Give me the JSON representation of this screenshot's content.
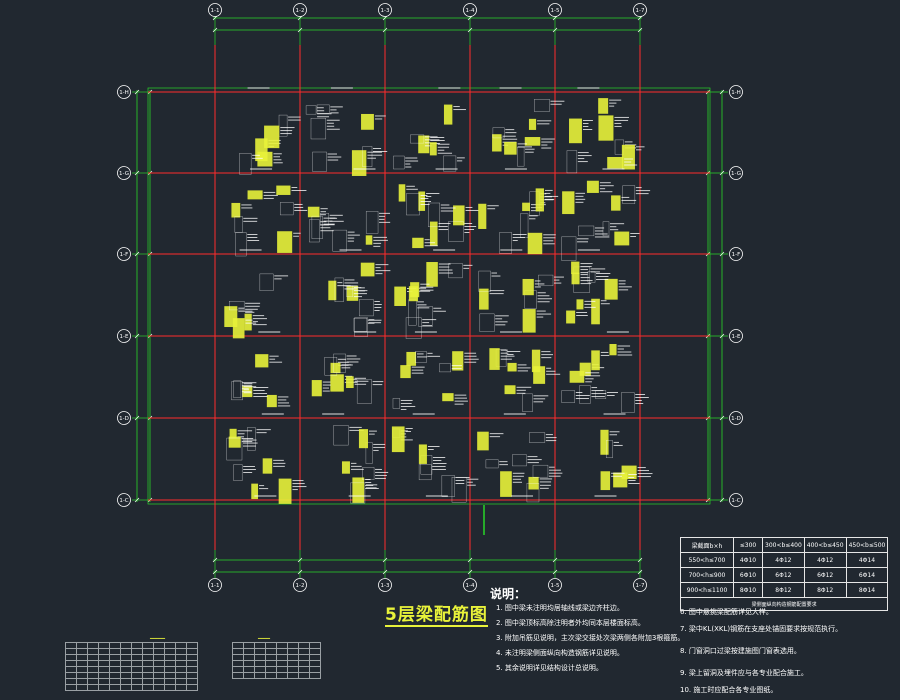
{
  "drawing": {
    "title": "5层梁配筋图",
    "bg_color": "#212830",
    "grid_color": "#ff2b2b",
    "dim_color": "#29d629",
    "annotation_color": "#e8f23a",
    "text_color": "#ffffff",
    "axis_labels_top": [
      "1-1",
      "1-2",
      "1-3",
      "1-4",
      "1-5",
      "1-7"
    ],
    "axis_labels_bottom": [
      "1-1",
      "1-2",
      "1-3",
      "1-4",
      "1-5",
      "1-7"
    ],
    "axis_labels_left": [
      "1-H",
      "1-G",
      "1-F",
      "1-E",
      "1-D",
      "1-C"
    ],
    "axis_labels_right": [
      "1-H",
      "1-G",
      "1-F",
      "1-E",
      "1-D",
      "1-C"
    ]
  },
  "notes": {
    "heading": "说明：",
    "items": [
      "1. 图中梁未注明均居轴线或梁边齐柱边。",
      "2. 图中梁顶标高除注明者外均同本层楼面标高。",
      "3. 附加吊筋见说明，主次梁交接处次梁两侧各附加3根箍筋。",
      "4. 未注明梁侧面纵向构造钢筋详见说明。",
      "5. 其余说明详见结构设计总说明。"
    ],
    "items_right": [
      "6. 图中悬挑梁配筋详见大样。",
      "7. 梁中KL(XKL)钢筋在支座处锚固要求按规范执行。",
      "8. 门窗洞口过梁按建施图门窗表选用。",
      "9. 梁上留洞及埋件应与各专业配合施工。",
      "10. 施工时应配合各专业图纸。"
    ]
  },
  "rebar_table": {
    "header": [
      "梁截面b×h",
      "≤300",
      "300<b≤400",
      "400<b≤450",
      "450<b≤500"
    ],
    "rows": [
      [
        "550<h≤700",
        "4Φ10",
        "4Φ12",
        "4Φ12",
        "4Φ14"
      ],
      [
        "700<h≤900",
        "6Φ10",
        "6Φ12",
        "6Φ12",
        "6Φ14"
      ],
      [
        "900<h≤1100",
        "8Φ10",
        "8Φ12",
        "8Φ12",
        "8Φ14"
      ]
    ],
    "footnote": "梁侧面纵向构造钢筋配置要求"
  }
}
